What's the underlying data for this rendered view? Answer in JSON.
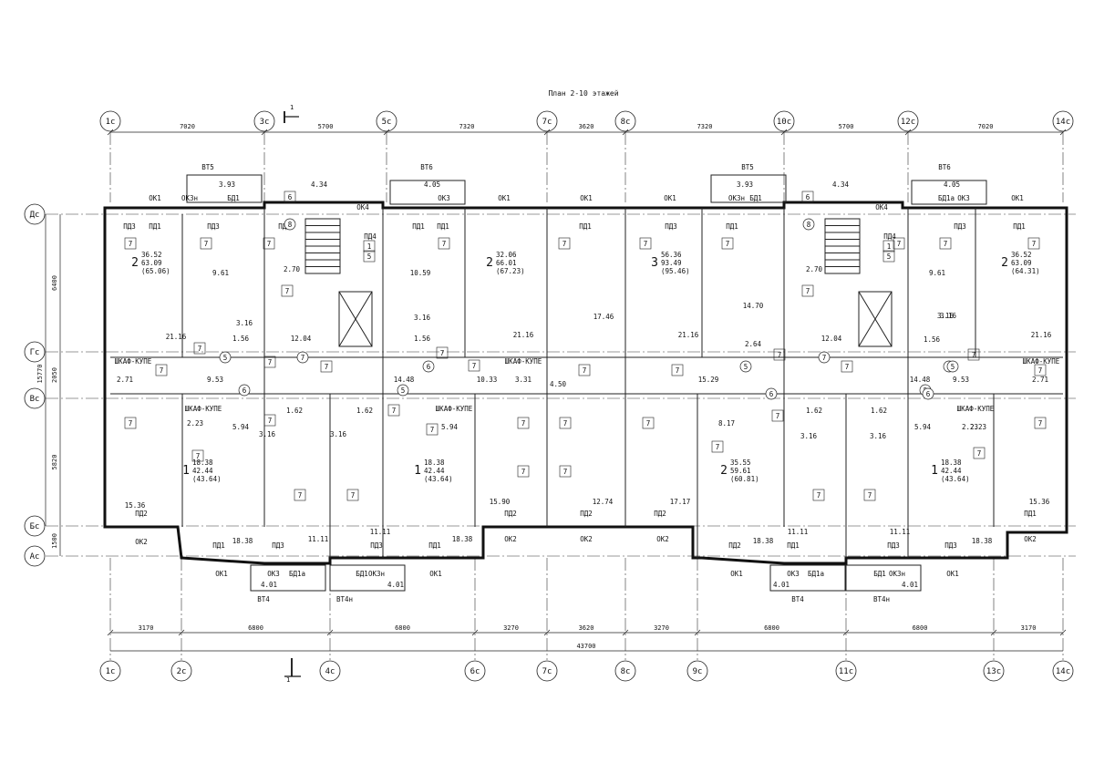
{
  "title": "План 2-10 этажей",
  "section_mark": "1",
  "axes_top": [
    "1c",
    "3c",
    "5c",
    "7c",
    "8c",
    "10c",
    "12c",
    "14c"
  ],
  "axes_bottom": [
    "1c",
    "2c",
    "4c",
    "6c",
    "7c",
    "8c",
    "9c",
    "11c",
    "13c",
    "14c"
  ],
  "axes_left": [
    "Дс",
    "Гс",
    "Вс",
    "Бс",
    "Ас"
  ],
  "dims_top": [
    "7020",
    "5700",
    "7320",
    "3620",
    "7320",
    "5700",
    "7020"
  ],
  "dims_bottom_row1": [
    "3170",
    "6800",
    "6800",
    "3270",
    "3620",
    "3270",
    "6800",
    "6800",
    "3170"
  ],
  "dim_total": "43700",
  "dims_left": [
    "6400",
    "2050",
    "5820",
    "1500"
  ],
  "dim_left_total": "15770",
  "balcony_labels": [
    "ВТ5",
    "ВТ6",
    "ВТ5",
    "ВТ6",
    "ВТ4",
    "ВТ4н",
    "ВТ4",
    "ВТ4н"
  ],
  "window_labels": [
    "ОК1",
    "ОК3н",
    "БД1",
    "ОК3",
    "ОК1",
    "ОК1",
    "ОК1",
    "ОК3н",
    "БД1",
    "ОК4",
    "ОК4",
    "БД1а",
    "ОК3",
    "ОК1",
    "ОК2",
    "ОК1",
    "ОК3",
    "БД1а",
    "БД1",
    "ОК3н",
    "ОК1",
    "ОК2",
    "ОК2",
    "ОК2",
    "ОК1",
    "ОК3",
    "БД1а",
    "БД1",
    "ОК3н",
    "ОК1",
    "ОК2"
  ],
  "door_labels": [
    "ПД1",
    "ПД3",
    "ПД1",
    "ПД3",
    "ПД1",
    "ПД1",
    "ПД3",
    "ПД1",
    "ПД3",
    "ПД1",
    "ПД4",
    "ПД4",
    "ПД2",
    "ПД1",
    "ПД3",
    "ПД3",
    "ПД1",
    "ПД2",
    "ПД2",
    "ПД2",
    "ПД2",
    "ПД1",
    "ПД3",
    "ПД3",
    "ПД1",
    "ПД2"
  ],
  "closet_label": "ШКАФ-КУПЕ",
  "apartments": [
    {
      "rooms": "2",
      "living": "36.52",
      "total": "63.09",
      "full": "(65.06)"
    },
    {
      "rooms": "2",
      "living": "32.06",
      "total": "66.01",
      "full": "(67.23)"
    },
    {
      "rooms": "3",
      "living": "56.36",
      "total": "93.49",
      "full": "(95.46)"
    },
    {
      "rooms": "2",
      "living": "36.52",
      "total": "63.09",
      "full": "(64.31)"
    },
    {
      "rooms": "1",
      "living": "18.38",
      "total": "42.44",
      "full": "(43.64)"
    },
    {
      "rooms": "1",
      "living": "18.38",
      "total": "42.44",
      "full": "(43.64)"
    },
    {
      "rooms": "2",
      "living": "35.55",
      "total": "59.61",
      "full": "(60.81)"
    },
    {
      "rooms": "1",
      "living": "18.38",
      "total": "42.44",
      "full": "(43.64)"
    }
  ],
  "room_areas": [
    "3.93",
    "4.34",
    "4.05",
    "3.93",
    "4.34",
    "4.05",
    "9.61",
    "2.70",
    "10.59",
    "14.70",
    "2.70",
    "9.61",
    "21.16",
    "12.04",
    "21.16",
    "17.46",
    "21.16",
    "12.04",
    "21.16",
    "3.16",
    "1.56",
    "3.16",
    "1.56",
    "3.16",
    "2.64",
    "3.16",
    "1.56",
    "2.71",
    "9.53",
    "14.48",
    "10.33",
    "3.31",
    "4.50",
    "15.29",
    "14.48",
    "9.53",
    "2.71",
    "2.23",
    "5.94",
    "1.62",
    "3.16",
    "1.62",
    "3.16",
    "5.94",
    "2.23",
    "8.17",
    "1.62",
    "3.16",
    "1.62",
    "3.16",
    "5.94",
    "2.23",
    "15.36",
    "15.90",
    "12.74",
    "17.17",
    "15.36",
    "18.38",
    "11.11",
    "11.11",
    "18.38",
    "18.38",
    "11.11",
    "11.11",
    "18.38",
    "4.01",
    "4.01",
    "4.01",
    "4.01"
  ],
  "stacked_numbers": [
    "6",
    "7",
    "7",
    "7",
    "1",
    "5",
    "7",
    "7",
    "7",
    "7",
    "7",
    "7",
    "6",
    "7",
    "7",
    "7",
    "1",
    "5",
    "7",
    "7",
    "7",
    "7",
    "7",
    "7",
    "7",
    "7",
    "7",
    "7",
    "7",
    "7",
    "7",
    "7",
    "7",
    "7",
    "7",
    "7",
    "7",
    "7",
    "7",
    "7",
    "7",
    "7",
    "7",
    "7",
    "7",
    "7",
    "7",
    "7"
  ],
  "circled_numbers": [
    "8",
    "5",
    "7",
    "6",
    "5",
    "6",
    "6",
    "5",
    "7",
    "8",
    "5",
    "6",
    "6",
    "5"
  ],
  "section_mark_bottom": "1"
}
